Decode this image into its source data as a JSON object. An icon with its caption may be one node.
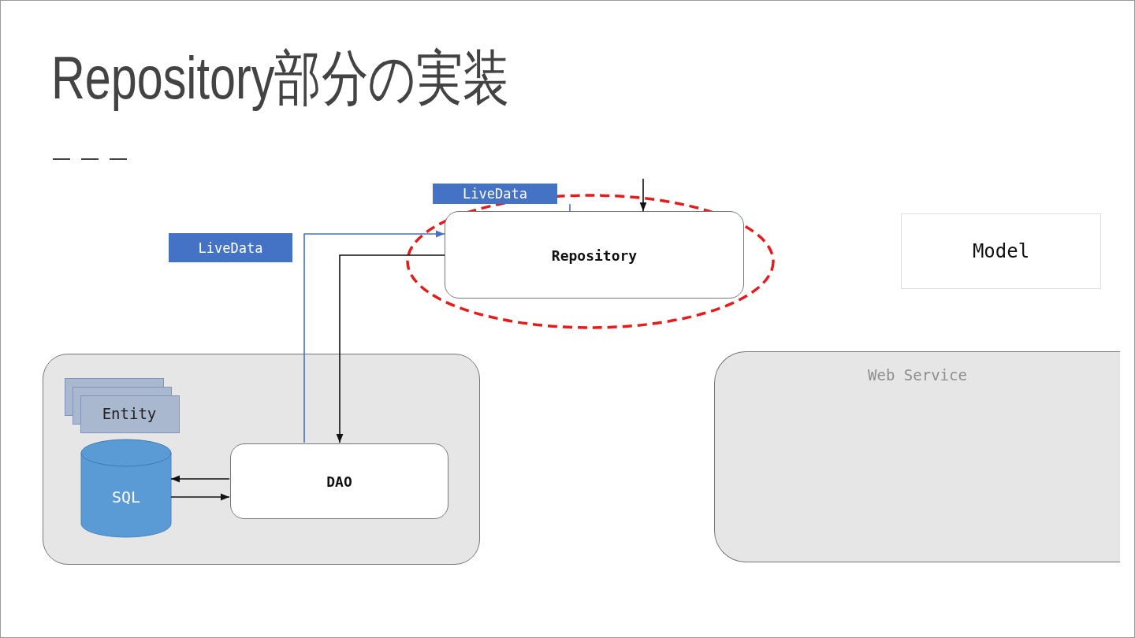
{
  "diagram": {
    "title": "Repository部分の実装",
    "nodes": [
      {
        "text": [
          "LiveData"
        ]
      },
      {
        "text": [
          "LiveData"
        ]
      },
      {
        "text": [
          "Repository"
        ]
      },
      {
        "text": [
          "Model"
        ]
      },
      {
        "text": [],
        "shape": "box"
      },
      {
        "text": [
          "Entity"
        ],
        "in": 4
      },
      {
        "text": [
          "SQL"
        ],
        "in": 4
      },
      {
        "text": [
          "DAO"
        ],
        "in": 4
      },
      {
        "text": [
          "Web Service"
        ]
      }
    ],
    "edges": [
      {
        "from": 7,
        "to": 2,
        "arrow": "to",
        "color": "#4472c4"
      },
      {
        "from": 2,
        "to": 7,
        "arrow": "to"
      },
      {
        "from": 7,
        "to": 6,
        "arrow": "to"
      },
      {
        "from": 6,
        "to": 7,
        "arrow": "to"
      },
      {
        "from": null,
        "to": 2,
        "arrow": "to"
      },
      {
        "from": 0,
        "to": 2,
        "arrow": "none",
        "color": "#4472c4"
      }
    ]
  }
}
